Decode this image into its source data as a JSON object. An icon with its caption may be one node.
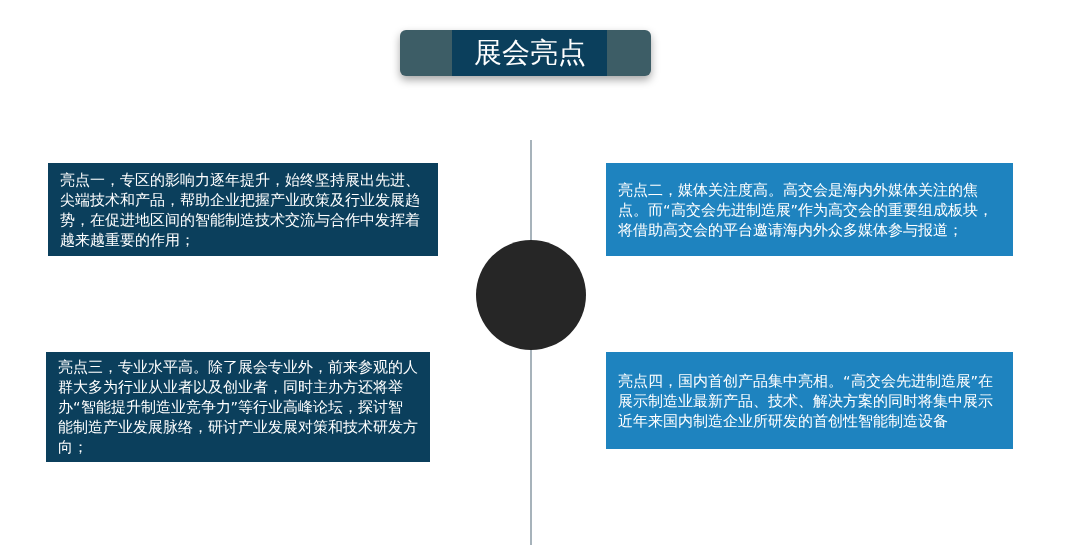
{
  "diagram": {
    "title": "展会亮点",
    "nodes": [
      {
        "text": [
          "亮点一，专区的影响力逐年提升，始终坚持展出先进、尖端技术和产品，帮助企业把握产业政策及行业发展趋势，在促进地区间的智能制造技术交流与合作中发挥着越来越重要的作用；"
        ]
      },
      {
        "text": [
          "亮点二，媒体关注度高。高交会是海内外媒体关注的焦点。而“高交会先进制造展”作为高交会的重要组成板块，将借助高交会的平台邀请海内外众多媒体参与报道；"
        ]
      },
      {
        "text": [
          "亮点三，专业水平高。除了展会专业外，前来参观的人群大多为行业从业者以及创业者，同时主办方还将举办“智能提升制造业竞争力”等行业高峰论坛，探讨智能制造产业发展脉络，研讨产业发展对策和技术研发方向；"
        ]
      },
      {
        "text": [
          "亮点四，国内首创产品集中亮相。“高交会先进制造展”在展示制造业最新产品、技术、解决方案的同时将集中展示近年来国内制造企业所研发的首创性智能制造设备"
        ]
      },
      {
        "text": [],
        "shape": "circle"
      }
    ]
  }
}
